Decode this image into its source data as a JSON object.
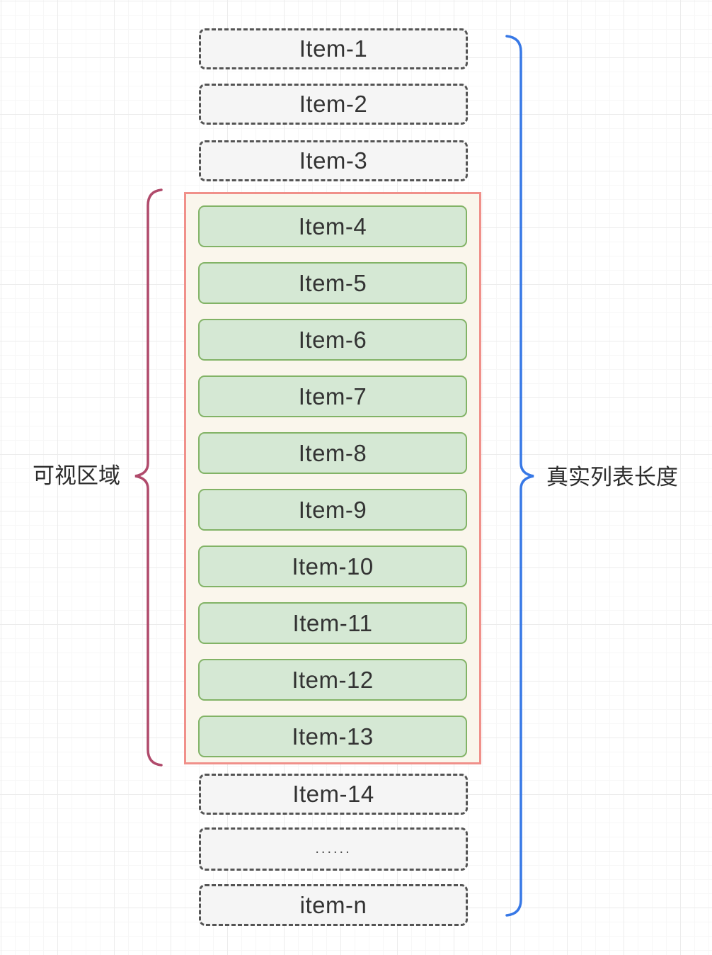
{
  "diagram": {
    "title_hint": "virtual-list-diagram",
    "list": {
      "top_items": [
        "Item-1",
        "Item-2",
        "Item-3"
      ],
      "visible_items": [
        "Item-4",
        "Item-5",
        "Item-6",
        "Item-7",
        "Item-8",
        "Item-9",
        "Item-10",
        "Item-11",
        "Item-12",
        "Item-13"
      ],
      "bottom_items": [
        "Item-14",
        "......",
        "item-n"
      ]
    },
    "labels": {
      "viewport": "可视区域",
      "full_list": "真实列表长度"
    },
    "colors": {
      "visible_item_fill": "#d5e8d4",
      "visible_item_border": "#82b366",
      "ghost_item_fill": "#f5f5f5",
      "ghost_item_border": "#545454",
      "viewport_fill": "#faf6ec",
      "viewport_border": "#f0908a",
      "viewport_brace": "#b04a6b",
      "full_list_brace": "#3778e6",
      "text": "#333333",
      "grid_line": "#ececec"
    }
  }
}
